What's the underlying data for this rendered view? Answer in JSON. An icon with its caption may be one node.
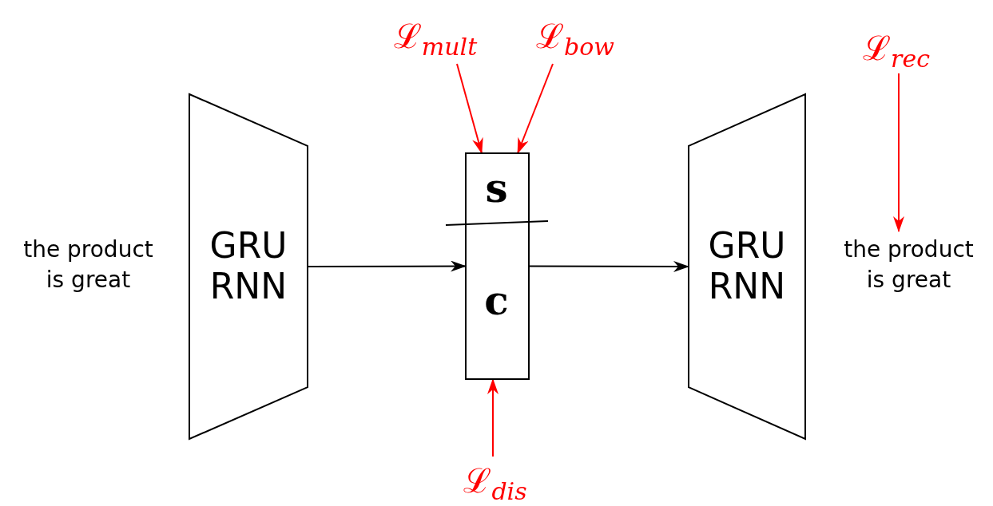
{
  "diagram": {
    "nodes": [
      {
        "text": [
          "GRU RNN"
        ]
      },
      {
        "text": [],
        "shape": "box"
      },
      {
        "text": [
          "s"
        ],
        "in": 1
      },
      {
        "text": [
          "c"
        ],
        "in": 1
      },
      {
        "text": [
          "GRU RNN"
        ]
      },
      {
        "text": [
          "ℒ$_{mult}$"
        ]
      },
      {
        "text": [
          "ℒ$_{bow}$"
        ]
      },
      {
        "text": [
          "ℒ$_{dis}$"
        ]
      },
      {
        "text": [
          "ℒ$_{rec}$"
        ]
      },
      {
        "text": [
          "the product is great"
        ]
      }
    ],
    "edges": [
      {
        "from": 0,
        "to": 1,
        "arrow": "to",
        "color": "#000000"
      },
      {
        "from": 1,
        "to": 4,
        "arrow": "to",
        "color": "#000000"
      },
      {
        "from": 5,
        "to": 2,
        "arrow": "to",
        "color": "#ff0000"
      },
      {
        "from": 6,
        "to": 2,
        "arrow": "to",
        "color": "#ff0000"
      },
      {
        "from": 7,
        "to": 3,
        "arrow": "to",
        "color": "#ff0000"
      },
      {
        "from": 8,
        "to": 9,
        "arrow": "to",
        "color": "#ff0000"
      }
    ],
    "labels": [
      "the product is great"
    ]
  }
}
